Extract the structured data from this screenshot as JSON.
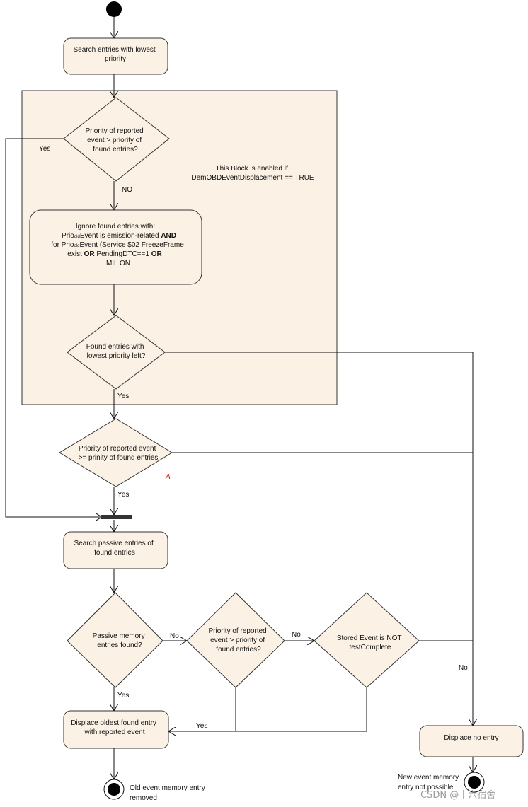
{
  "nodes": {
    "search_lowest": [
      "Search entries with lowest",
      "priority"
    ],
    "diamond_priority_gt": [
      "Priority of reported",
      "event > priority of",
      "found entries?"
    ],
    "block_note": [
      "This Block is enabled if",
      "DemOBDEventDisplacement == TRUE"
    ],
    "ignore_entries": {
      "line1": "Ignore found entries with:",
      "line2_pre": "Prio",
      "line2_sub": "old",
      "line2_post": "Event is emission-related ",
      "line2_bold": "AND",
      "line3_pre": "for Prio",
      "line3_sub": "old",
      "line3_post": "Event (Service $02 FreezeFrame",
      "line4_pre": "exist ",
      "line4_bold1": "OR",
      "line4_mid": " PendingDTC==1 ",
      "line4_bold2": "OR",
      "line5": "MIL ON"
    },
    "diamond_found_left": [
      "Found entries with",
      "lowest priority left?"
    ],
    "diamond_priority_ge": [
      "Priority of reported event",
      ">= prinity of found entries"
    ],
    "annotation_a": "A",
    "search_passive": [
      "Search passive entries of",
      "found entries"
    ],
    "diamond_passive_found": [
      "Passive memory",
      "entries found?"
    ],
    "diamond_priority_gt2": [
      "Priority of reported",
      "event > priority of",
      "found entries?"
    ],
    "diamond_stored_event": [
      "Stored Event is NOT",
      "testComplete"
    ],
    "displace_oldest": [
      "Displace oldest found entry",
      "with reported event"
    ],
    "displace_none": "Displace no entry",
    "end_old_removed": [
      "Old event memory entry",
      "removed"
    ],
    "end_not_possible": [
      "New event memory",
      "entry not possible"
    ]
  },
  "edge_labels": {
    "yes_left": "Yes",
    "no_top": "NO",
    "yes_block_exit": "Yes",
    "yes_ge": "Yes",
    "no_passive": "No",
    "no_priority2": "No",
    "no_right": "No",
    "yes_passive": "Yes",
    "yes_merge": "Yes"
  },
  "watermark": "CSDN @十六宿舍",
  "colors": {
    "node_fill": "#fbf1e4",
    "stroke": "#333333",
    "annotation": "#d01010"
  }
}
